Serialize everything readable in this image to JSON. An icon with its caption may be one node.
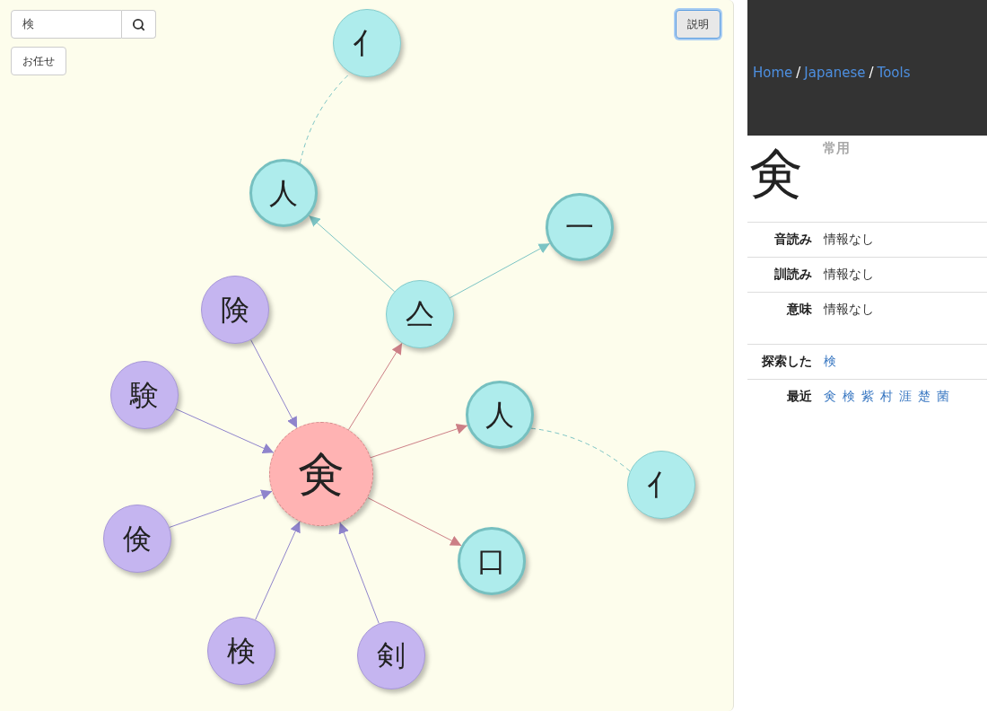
{
  "diagram": {
    "nodes": [
      {
        "text": [
          "亻"
        ]
      },
      {
        "text": [
          "人"
        ]
      },
      {
        "text": [
          "一"
        ]
      },
      {
        "text": [
          "亼"
        ]
      },
      {
        "text": [
          "険"
        ]
      },
      {
        "text": [
          "験"
        ]
      },
      {
        "text": [
          "㑒"
        ]
      },
      {
        "text": [
          "人"
        ]
      },
      {
        "text": [
          "亻"
        ]
      },
      {
        "text": [
          "倹"
        ]
      },
      {
        "text": [
          "口"
        ]
      },
      {
        "text": [
          "検"
        ]
      },
      {
        "text": [
          "剣"
        ]
      }
    ],
    "edges": [
      {
        "from": 1,
        "to": 0,
        "arrow": "none",
        "style": "dashed",
        "color": "#7cc4c4"
      },
      {
        "from": 3,
        "to": 1,
        "arrow": "to",
        "color": "#7cc4c4"
      },
      {
        "from": 3,
        "to": 2,
        "arrow": "to",
        "color": "#7cc4c4"
      },
      {
        "from": 4,
        "to": 6,
        "arrow": "to"
      },
      {
        "from": 6,
        "to": 3,
        "arrow": "to",
        "color": "#cc7f86"
      },
      {
        "from": 5,
        "to": 6,
        "arrow": "to"
      },
      {
        "from": 6,
        "to": 7,
        "arrow": "to",
        "color": "#cc7f86"
      },
      {
        "from": 7,
        "to": 8,
        "arrow": "none",
        "style": "dashed",
        "color": "#7cc4c4"
      },
      {
        "from": 9,
        "to": 6,
        "arrow": "to"
      },
      {
        "from": 6,
        "to": 10,
        "arrow": "to",
        "color": "#cc7f86"
      },
      {
        "from": 11,
        "to": 6,
        "arrow": "to"
      },
      {
        "from": 12,
        "to": 6,
        "arrow": "to"
      }
    ],
    "labels": [
      "検",
      "お任せ",
      "説明",
      "Home",
      "/",
      "Japanese",
      "/",
      "Tools",
      "常用",
      "㑒",
      "音読み",
      "情報なし",
      "訓読み",
      "情報なし",
      "意味",
      "情報なし",
      "探索した",
      "検",
      "最近",
      "㑒",
      "検",
      "紫",
      "村",
      "涯",
      "楚",
      "菌"
    ]
  }
}
